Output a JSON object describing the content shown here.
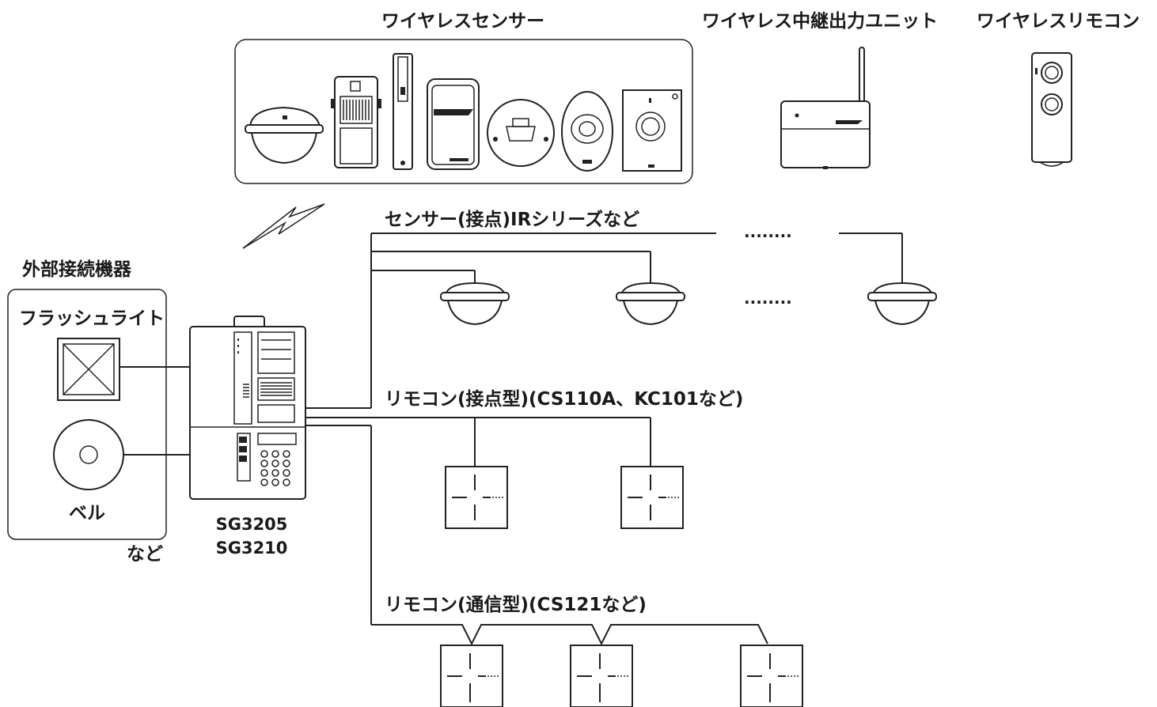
{
  "labels": {
    "wireless_sensor": "ワイヤレスセンサー",
    "wireless_relay": "ワイヤレス中継出力ユニット",
    "wireless_remote": "ワイヤレスリモコン",
    "external_devices": "外部接続機器",
    "flashlight": "フラッシュライト",
    "bell": "ベル",
    "etc": "など",
    "model_1": "SG3205",
    "model_2": "SG3210",
    "sensor_contact": "センサー(接点)IRシリーズなど",
    "remote_contact": "リモコン(接点型)(CS110A、KC101など)",
    "remote_comm": "リモコン(通信型)(CS121など)",
    "dots": "........"
  },
  "colors": {
    "line": "#222222",
    "background": "#ffffff"
  }
}
